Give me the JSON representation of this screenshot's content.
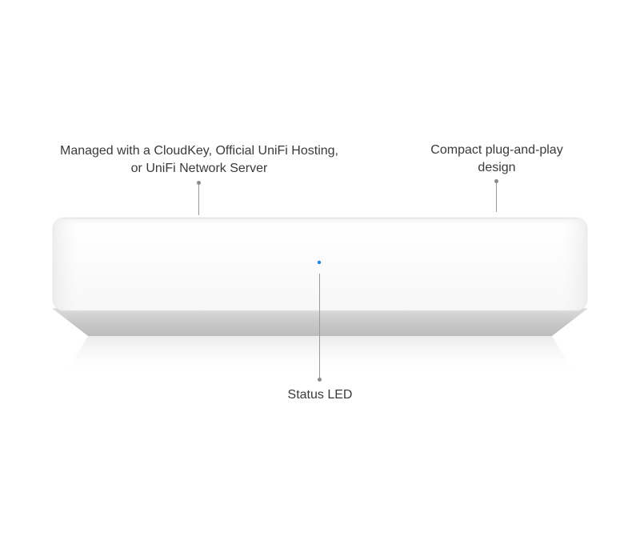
{
  "callouts": {
    "management": {
      "line1": "Managed with a CloudKey, Official UniFi Hosting,",
      "line2": "or UniFi Network Server"
    },
    "compact": {
      "line1": "Compact plug-and-play",
      "line2": "design"
    },
    "status_led": {
      "label": "Status LED"
    }
  },
  "colors": {
    "led": "#1e88e5",
    "device_body": "#ffffff",
    "device_base": "#c9c9c9",
    "text": "#3a3a3a"
  }
}
